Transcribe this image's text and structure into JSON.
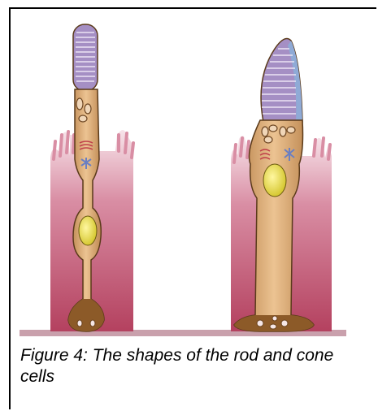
{
  "figure": {
    "caption": "Figure 4:  The shapes of the rod and cone cells",
    "colors": {
      "support_tissue": "#c04f6e",
      "support_light": "#f3d3dd",
      "cell_body": "#d9a66c",
      "cell_dark": "#8c5a28",
      "outer_segment": "#a58fc4",
      "outer_segment_blue": "#8faad6",
      "nucleus": "#e8e05a",
      "outline": "#5a3a1a"
    },
    "cells": [
      {
        "name": "rod-cell"
      },
      {
        "name": "cone-cell"
      }
    ]
  }
}
